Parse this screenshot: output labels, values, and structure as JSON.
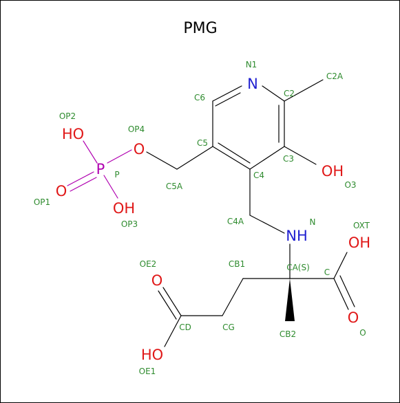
{
  "title": "PMG",
  "colors": {
    "carbon_label": "#2e8b2e",
    "nitrogen": "#1f1fd0",
    "oxygen": "#e01818",
    "phosphorus": "#b000b0",
    "bond": "#000000"
  },
  "atoms": {
    "n_ring": "N",
    "oh_o3": "OH",
    "nh": "NH",
    "oh_oxt": "OH",
    "o_carboxyl": "O",
    "o_oe2": "O",
    "ho_oe1": "HO",
    "ho_op2": "HO",
    "p": "P",
    "o_op4": "O",
    "o_op1": "O",
    "oh_op3": "OH"
  },
  "labels": {
    "N1": "N1",
    "C2": "C2",
    "C2A": "C2A",
    "C6": "C6",
    "C3": "C3",
    "O3": "O3",
    "C5": "C5",
    "C4": "C4",
    "C5A": "C5A",
    "OP2": "OP2",
    "OP4": "OP4",
    "P": "P",
    "OP1": "OP1",
    "OP3": "OP3",
    "C4A": "C4A",
    "N": "N",
    "OXT": "OXT",
    "CB1": "CB1",
    "CA": "CA(S)",
    "C": "C",
    "OE2": "OE2",
    "CD": "CD",
    "CG": "CG",
    "CB2": "CB2",
    "O": "O",
    "OE1": "OE1"
  }
}
